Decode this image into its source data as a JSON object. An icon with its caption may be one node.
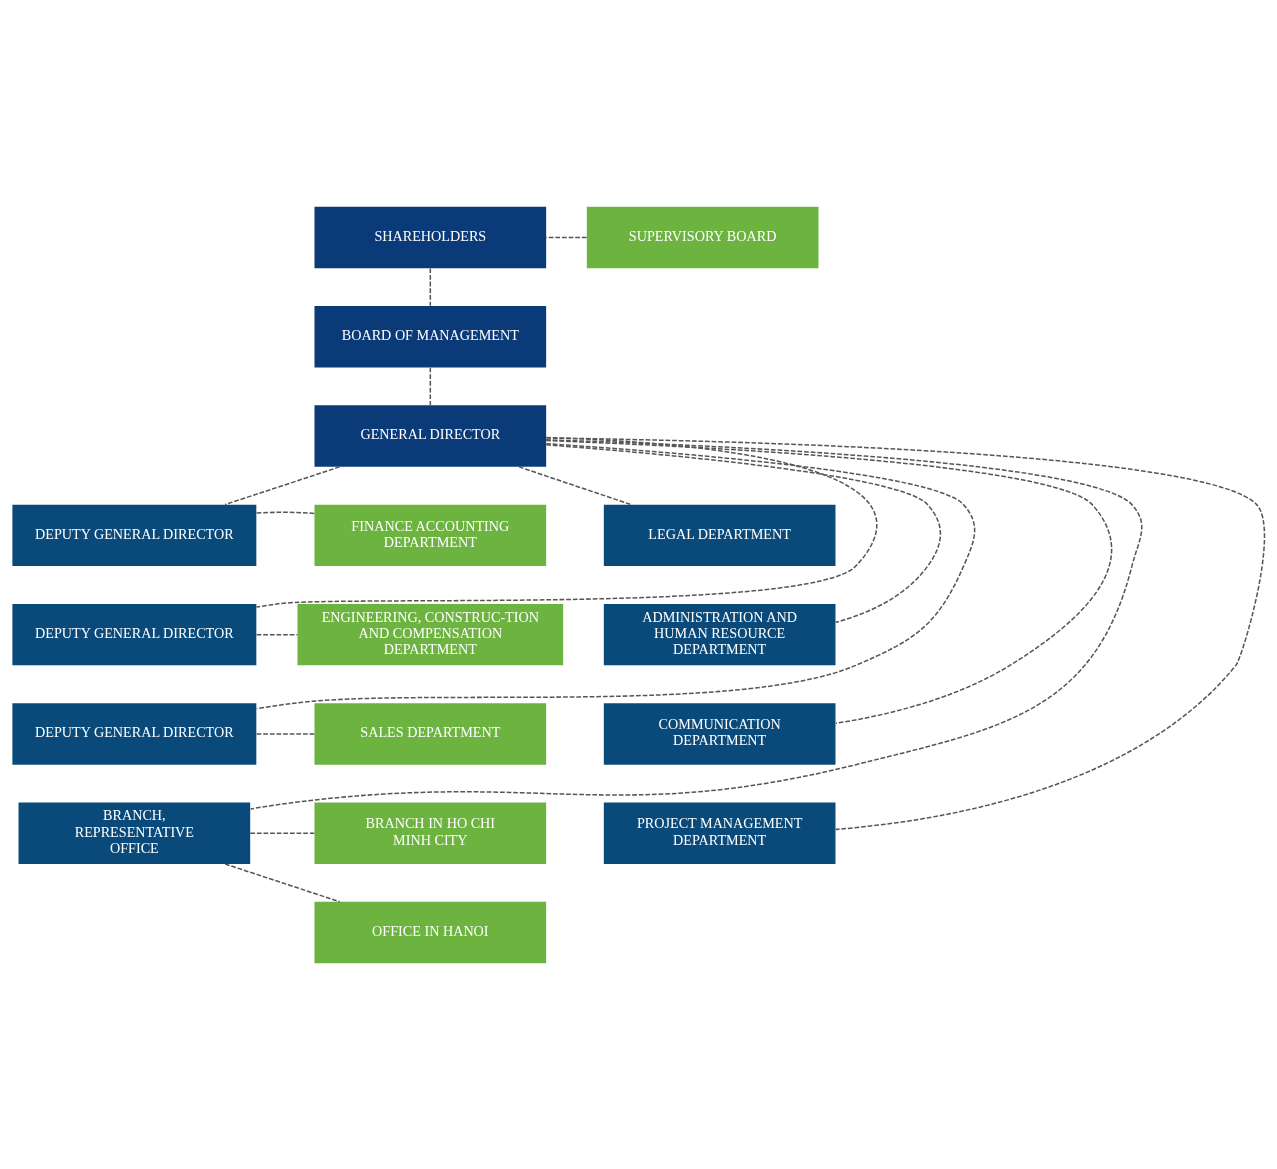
{
  "diagram": {
    "nodes": [
      {
        "text": [
          "SHAREHOLDERS"
        ]
      },
      {
        "text": [
          "SUPERVISORY BOARD"
        ]
      },
      {
        "text": [
          "BOARD OF MANAGEMENT"
        ]
      },
      {
        "text": [
          "GENERAL DIRECTOR"
        ]
      },
      {
        "text": [
          "DEPUTY GENERAL DIRECTOR"
        ]
      },
      {
        "text": [
          "FINANCE ACCOUNTING DEPARTMENT"
        ]
      },
      {
        "text": [
          "LEGAL DEPARTMENT"
        ]
      },
      {
        "text": [
          "DEPUTY GENERAL DIRECTOR"
        ]
      },
      {
        "text": [
          "ENGINEERING, CONSTRUC-TION AND COMPENSATION DEPARTMENT"
        ]
      },
      {
        "text": [
          "ADMINISTRATION AND HUMAN RESOURCE DEPARTMENT"
        ]
      },
      {
        "text": [
          "DEPUTY GENERAL DIRECTOR"
        ]
      },
      {
        "text": [
          "SALES DEPARTMENT"
        ]
      },
      {
        "text": [
          "COMMUNICATION DEPARTMENT"
        ]
      },
      {
        "text": [
          "BRANCH, REPRESENTATIVE OFFICE"
        ]
      },
      {
        "text": [
          "BRANCH IN HO CHI MINH CITY"
        ]
      },
      {
        "text": [
          "PROJECT MANAGEMENT DEPARTMENT"
        ]
      },
      {
        "text": [
          "OFFICE IN HANOI"
        ]
      }
    ],
    "edges": [
      {
        "from": 0,
        "to": 2,
        "arrow": "none",
        "style": "dashed"
      },
      {
        "from": 1,
        "to": 0,
        "arrow": "none",
        "style": "dashed"
      },
      {
        "from": 2,
        "to": 3,
        "arrow": "none",
        "style": "dashed"
      },
      {
        "from": 3,
        "to": 4,
        "arrow": "none",
        "style": "dashed"
      },
      {
        "from": 3,
        "to": 7,
        "arrow": "none",
        "style": "dashed"
      },
      {
        "from": 3,
        "to": 10,
        "arrow": "none",
        "style": "dashed"
      },
      {
        "from": 3,
        "to": 13,
        "arrow": "none",
        "style": "dashed"
      },
      {
        "from": 3,
        "to": 6,
        "arrow": "none",
        "style": "dashed"
      },
      {
        "from": 3,
        "to": 9,
        "arrow": "none",
        "style": "dashed"
      },
      {
        "from": 3,
        "to": 12,
        "arrow": "none",
        "style": "dashed"
      },
      {
        "from": 3,
        "to": 15,
        "arrow": "none",
        "style": "dashed"
      },
      {
        "from": 4,
        "to": 5,
        "arrow": "none",
        "style": "dashed"
      },
      {
        "from": 7,
        "to": 8,
        "arrow": "none",
        "style": "dashed"
      },
      {
        "from": 10,
        "to": 11,
        "arrow": "none",
        "style": "dashed"
      },
      {
        "from": 13,
        "to": 14,
        "arrow": "none",
        "style": "dashed"
      },
      {
        "from": 13,
        "to": 16,
        "arrow": "none",
        "style": "dashed"
      }
    ]
  }
}
